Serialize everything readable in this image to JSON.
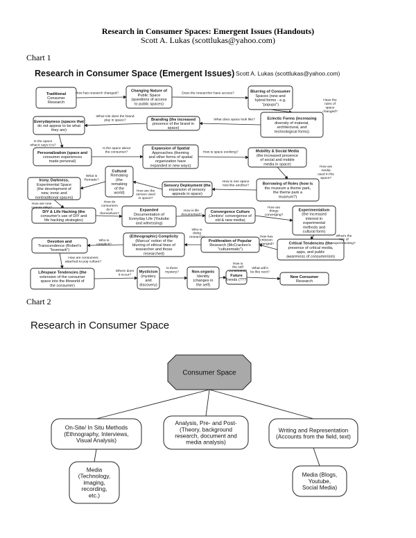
{
  "header": {
    "title": "Research in Consumer Spaces: Emergent Issues (Handouts)",
    "author": "Scott A. Lukas (scottlukas@yahoo.com)"
  },
  "chart1": {
    "label": "Chart 1",
    "heading": "Research in Consumer Space (Emergent Issues)",
    "author": "Scott A. Lukas (scottlukas@yahoo.com)",
    "nodes": [
      {
        "id": "n1",
        "lines": [
          "Traditional",
          "Consumer",
          "Research"
        ]
      },
      {
        "id": "n2",
        "lines": [
          "Changing Nature of",
          "Public Space",
          "(questions of access",
          "to public spaces)"
        ]
      },
      {
        "id": "n3",
        "lines": [
          "Blurring of Consumer",
          "Spaces (new and",
          "hybrid forms - e.g.",
          "\"popups\")"
        ]
      },
      {
        "id": "n4",
        "lines": [
          "Eclectic Forms (increasing",
          "diversity of material,",
          "architectural, and",
          "technological forms)"
        ]
      },
      {
        "id": "n5",
        "lines": [
          "Branding (the increased",
          "presence of the brand in",
          "space)"
        ]
      },
      {
        "id": "n6",
        "lines": [
          "Everydayness (spaces that",
          "do not appear to be what",
          "they are)"
        ]
      },
      {
        "id": "n7",
        "lines": [
          "Personalization (space and",
          "consumer experiences",
          "made personal)"
        ]
      },
      {
        "id": "n8",
        "lines": [
          "Expansion of Spatial",
          "Approaches (theming",
          "and other forms of spatial",
          "organization have",
          "expanded in new ways)"
        ]
      },
      {
        "id": "n9",
        "lines": [
          "Mobility & Social Media",
          "(the increased presence",
          "of social and mobile",
          "media in space)"
        ]
      },
      {
        "id": "n10",
        "lines": [
          "Borrowing of Roles (how is",
          "the museum a theme park,",
          "the theme park a",
          "museum?)"
        ]
      },
      {
        "id": "n11",
        "lines": [
          "Sensory Deployment (the",
          "expansion of sensory",
          "appeals in space)"
        ]
      },
      {
        "id": "n12",
        "lines": [
          "Cultural",
          "Remaking",
          "(the",
          "remaking",
          "of the",
          "world)"
        ]
      },
      {
        "id": "n13",
        "lines": [
          "Irony, Darkness,",
          "Experimental Space",
          "(the development of",
          "new, ironic and",
          "nontraditional spaces)"
        ]
      },
      {
        "id": "n14",
        "lines": [
          "DIY & Life Hacking (the",
          "consumer's use of DIY and",
          "life hacking strategies)"
        ]
      },
      {
        "id": "n15",
        "lines": [
          "Expanded",
          "Documentation of",
          "Everyday Life (Youtube",
          "and witnessing)"
        ]
      },
      {
        "id": "n16",
        "lines": [
          "Convergence Culture",
          "(Jenkins' convergence of",
          "old & new media)"
        ]
      },
      {
        "id": "n17",
        "lines": [
          "Experimentalism",
          "(the increased",
          "interest in",
          "experimental",
          "methods and",
          "cultural form)"
        ]
      },
      {
        "id": "n18",
        "lines": [
          "Critical Tendencies (the",
          "presence of critical media,",
          "apps, and public",
          "awareness of consumerism)"
        ]
      },
      {
        "id": "n19",
        "lines": [
          "Proliferation of Popular",
          "Research (McCracken's",
          "\"culturematic\")"
        ]
      },
      {
        "id": "n20",
        "lines": [
          "(Ethnographic) Complicity",
          "(Marcus' notion of the",
          "blurring of ethical lines of",
          "researcher and those",
          "researched)"
        ]
      },
      {
        "id": "n21",
        "lines": [
          "Devotion and",
          "Transcendence (Robert's",
          "\"lovemark\")"
        ]
      },
      {
        "id": "n22",
        "lines": [
          "Lifespace Tendencies (the",
          "extension of the consumer",
          "space into the lifeworld of",
          "the consumer)"
        ]
      },
      {
        "id": "n23",
        "lines": [
          "Mysticism",
          "(mystery",
          "and",
          "discovery)"
        ]
      },
      {
        "id": "n24",
        "lines": [
          "Non-organic",
          "Identity",
          "(changes in",
          "the self)"
        ]
      },
      {
        "id": "n25",
        "lines": [
          "Future",
          "Trends (???)"
        ]
      },
      {
        "id": "n26",
        "lines": [
          "New Consumer",
          "Research"
        ]
      }
    ],
    "questions": [
      {
        "id": "q1",
        "lines": [
          "How has research changed?"
        ]
      },
      {
        "id": "q2",
        "lines": [
          "Does the researcher have access?"
        ]
      },
      {
        "id": "q3",
        "lines": [
          "Have the",
          "rules of",
          "space",
          "changed?"
        ]
      },
      {
        "id": "q4",
        "lines": [
          "What does space look like?"
        ]
      },
      {
        "id": "q5",
        "lines": [
          "What role does the brand",
          "play in space?"
        ]
      },
      {
        "id": "q6",
        "lines": [
          "Is the space",
          "what it says it is?"
        ]
      },
      {
        "id": "q7",
        "lines": [
          "Is the space about",
          "the consumer?"
        ]
      },
      {
        "id": "q8",
        "lines": [
          "How is space evolving?"
        ]
      },
      {
        "id": "q9",
        "lines": [
          "How are",
          "media",
          "used in the",
          "space?"
        ]
      },
      {
        "id": "q10",
        "lines": [
          "How is one space",
          "now like another?"
        ]
      },
      {
        "id": "q11",
        "lines": [
          "How are the",
          "senses used",
          "in space?"
        ]
      },
      {
        "id": "q12",
        "lines": [
          "What is",
          "Remade?"
        ]
      },
      {
        "id": "q13",
        "lines": [
          "How are new",
          "spaces risky?"
        ]
      },
      {
        "id": "q14",
        "lines": [
          "How do",
          "consumers",
          "do it",
          "themselves?"
        ]
      },
      {
        "id": "q15",
        "lines": [
          "How is life",
          "documented?"
        ]
      },
      {
        "id": "q16",
        "lines": [
          "How are",
          "things",
          "converging?"
        ]
      },
      {
        "id": "q17",
        "lines": [
          "What's the",
          "role of",
          "experimenting?"
        ]
      },
      {
        "id": "q18",
        "lines": [
          "How has",
          "criticism",
          "emerged?"
        ]
      },
      {
        "id": "q19",
        "lines": [
          "Who is",
          "doing",
          "research?"
        ]
      },
      {
        "id": "q20",
        "lines": [
          "Who is",
          "complicit?"
        ]
      },
      {
        "id": "q21",
        "lines": [
          "How are consumers",
          "attached to pop culture?"
        ]
      },
      {
        "id": "q22",
        "lines": [
          "Where does",
          "it occur?"
        ]
      },
      {
        "id": "q23",
        "lines": [
          "Is there",
          "mystery?"
        ]
      },
      {
        "id": "q24",
        "lines": [
          "How is",
          "the self",
          "constituted?"
        ]
      },
      {
        "id": "q25",
        "lines": [
          "What will it",
          "be like next?"
        ]
      }
    ]
  },
  "chart2": {
    "label": "Chart 2",
    "heading": "Research in Consumer Space",
    "nodes": [
      {
        "id": "root",
        "lines": [
          "Consumer Space"
        ]
      },
      {
        "id": "a",
        "lines": [
          "On-Site/ In Situ Methods",
          "(Ethnography, Interviews,",
          "Visual Analysis)"
        ]
      },
      {
        "id": "b",
        "lines": [
          "Analysis, Pre- and Post-",
          "(Theory, background",
          "research, document and",
          "media analysis)"
        ]
      },
      {
        "id": "c",
        "lines": [
          "Writing and Representation",
          "(Accounts from the field, text)"
        ]
      },
      {
        "id": "d",
        "lines": [
          "Media",
          "(Technology,",
          "imaging,",
          "recording,",
          "etc.)"
        ]
      },
      {
        "id": "e",
        "lines": [
          "Media (Blogs,",
          "Youtube,",
          "Social Media)"
        ]
      }
    ],
    "colors": {
      "root_fill": "#a9a9a9",
      "node_fill": "#ffffff",
      "stroke": "#222222"
    }
  }
}
